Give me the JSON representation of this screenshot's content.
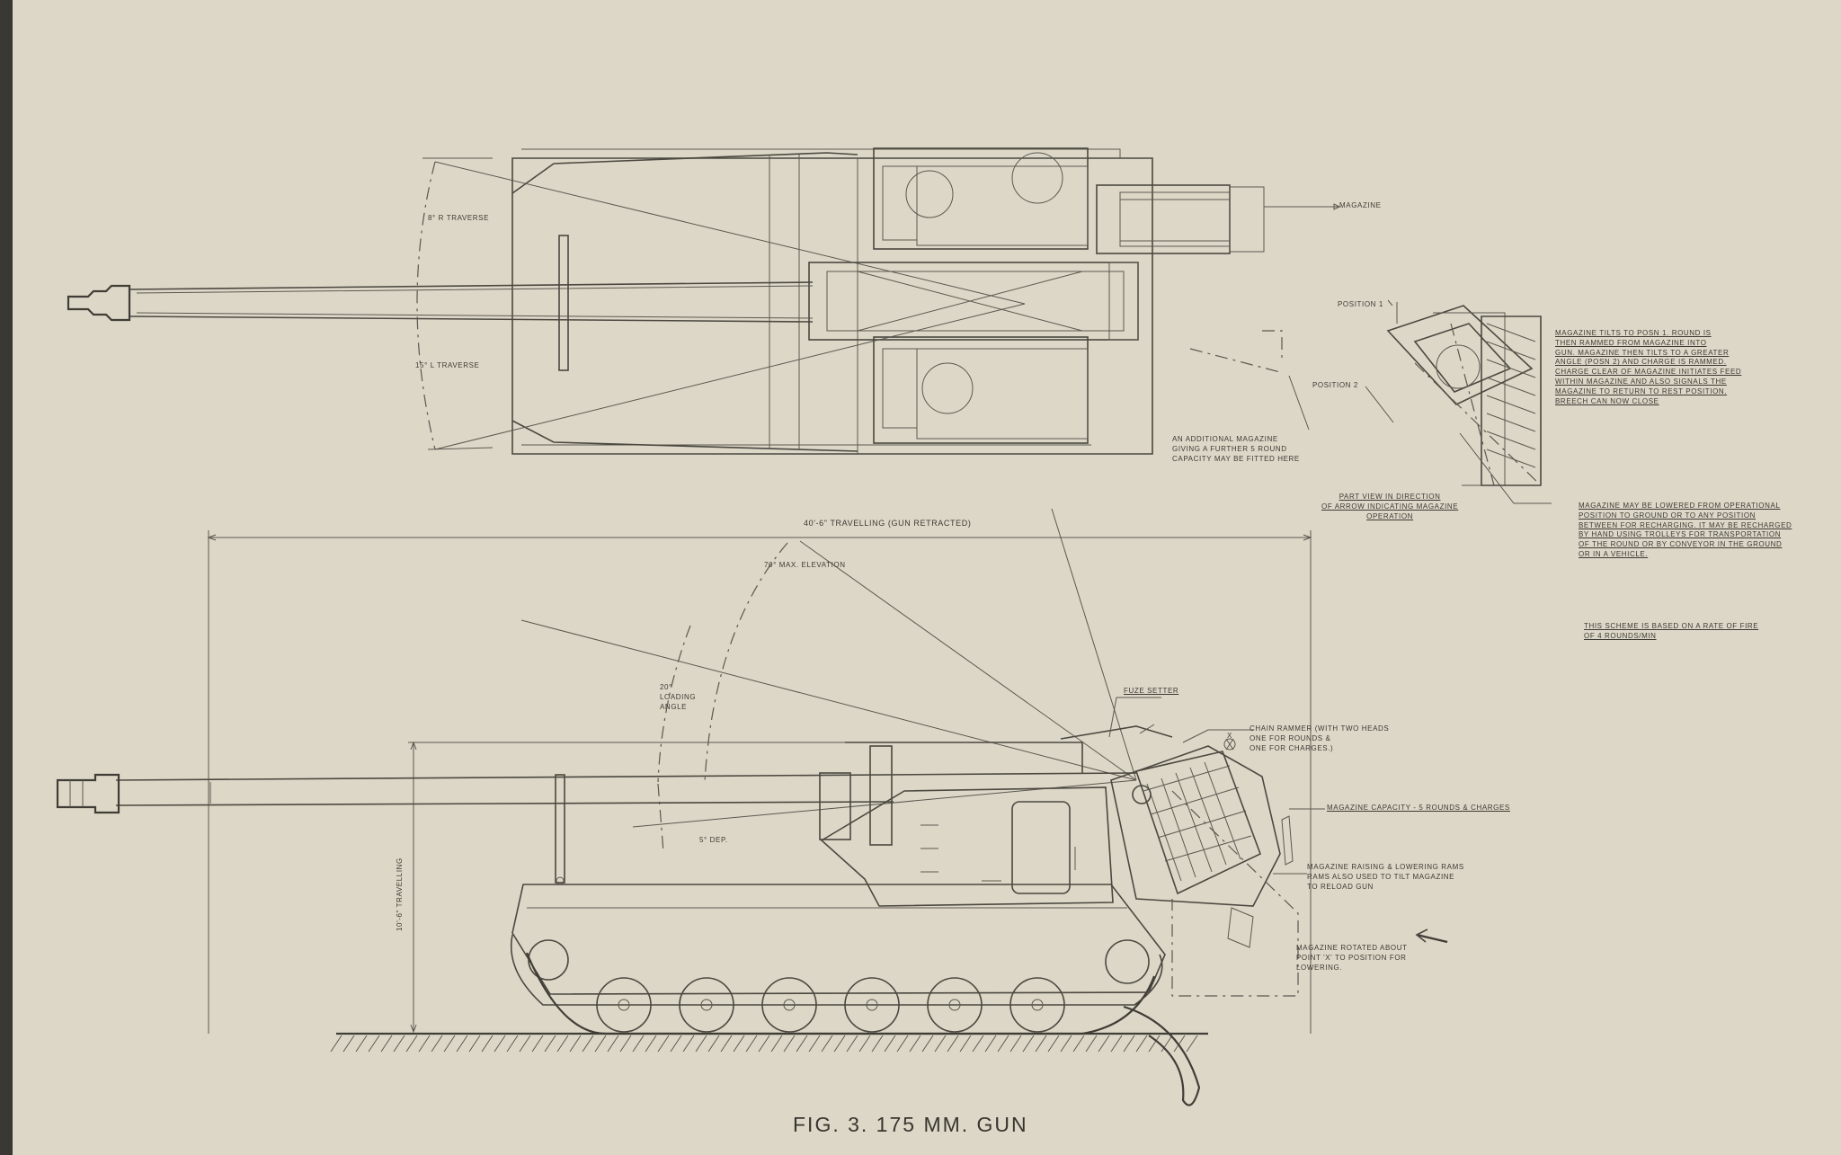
{
  "figure": {
    "caption": "FIG. 3.   175 MM. GUN"
  },
  "plan_view": {
    "traverse_right": "8° R TRAVERSE",
    "traverse_left": "15° L TRAVERSE",
    "magazine": "MAGAZINE",
    "additional_magazine_note": "AN ADDITIONAL MAGAZINE\nGIVING A FURTHER 5 ROUND\nCAPACITY MAY BE FITTED HERE"
  },
  "part_view": {
    "position_1": "POSITION 1",
    "position_2": "POSITION 2",
    "caption": "PART VIEW IN DIRECTION\nOF ARROW INDICATING MAGAZINE\nOPERATION"
  },
  "notes": {
    "magazine_tilt": "MAGAZINE TILTS TO POSN 1. ROUND IS\nTHEN RAMMED FROM MAGAZINE INTO\nGUN. MAGAZINE THEN TILTS TO A GREATER\nANGLE (POSN 2) AND CHARGE IS RAMMED.\nCHARGE CLEAR OF MAGAZINE INITIATES FEED\nWITHIN MAGAZINE AND ALSO SIGNALS THE\nMAGAZINE TO RETURN TO REST POSITION.\nBREECH CAN NOW CLOSE",
    "magazine_lowering": "MAGAZINE MAY BE LOWERED FROM OPERATIONAL\nPOSITION TO GROUND OR TO ANY POSITION\nBETWEEN FOR RECHARGING. IT MAY BE RECHARGED\nBY HAND USING TROLLEYS FOR TRANSPORTATION\nOF THE ROUND OR BY CONVEYOR IN THE GROUND\nOR IN A VEHICLE.",
    "rate_of_fire": "THIS SCHEME IS BASED ON A RATE OF FIRE\nOF 4 ROUNDS/MIN"
  },
  "side_view": {
    "length": "40'-6\" TRAVELLING (GUN RETRACTED)",
    "max_elevation": "70° MAX. ELEVATION",
    "loading_angle": "20°\nLOADING\nANGLE",
    "depression": "5° DEP.",
    "height": "10'-6\" TRAVELLING",
    "fuze_setter": "FUZE SETTER",
    "chain_rammer": "CHAIN RAMMER (WITH TWO HEADS\nONE FOR ROUNDS &\nONE FOR CHARGES.)",
    "magazine_capacity": "MAGAZINE CAPACITY - 5 ROUNDS & CHARGES",
    "magazine_rams": "MAGAZINE RAISING & LOWERING RAMS\nRAMS ALSO USED TO TILT MAGAZINE\nTO RELOAD GUN",
    "magazine_rotated": "MAGAZINE ROTATED ABOUT\nPOINT 'X' TO POSITION FOR\nLOWERING.",
    "point_x": "X"
  }
}
